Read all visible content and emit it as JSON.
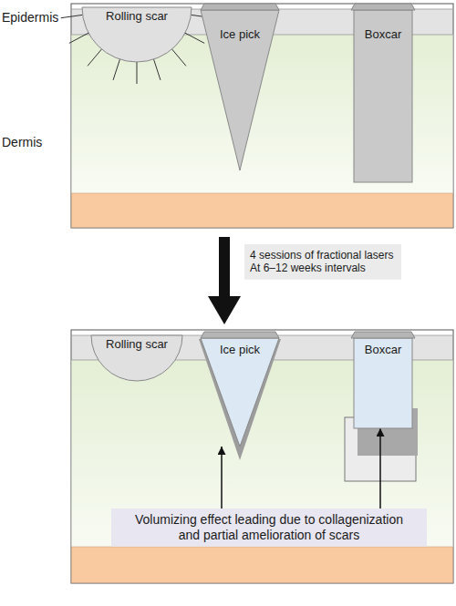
{
  "diagram": {
    "nodes": [
      {
        "text": [
          "Rolling scar"
        ]
      },
      {
        "text": [
          "Ice pick"
        ]
      },
      {
        "text": [
          "Boxcar"
        ]
      },
      {
        "text": [
          "4 sessions of fractional lasers At 6–12 weeks intervals"
        ]
      },
      {
        "text": [
          "Rolling scar"
        ]
      },
      {
        "text": [
          "Ice pick"
        ]
      },
      {
        "text": [
          "Boxcar"
        ]
      },
      {
        "text": [
          "Volumizing effect leading due to collagenization and partial amelioration of scars"
        ]
      }
    ],
    "edges": [
      {
        "from": 7,
        "to": 5,
        "arrow": "to"
      },
      {
        "from": 7,
        "to": 6,
        "arrow": "to"
      }
    ],
    "labels": [
      "Epidermis",
      "Dermis"
    ]
  }
}
